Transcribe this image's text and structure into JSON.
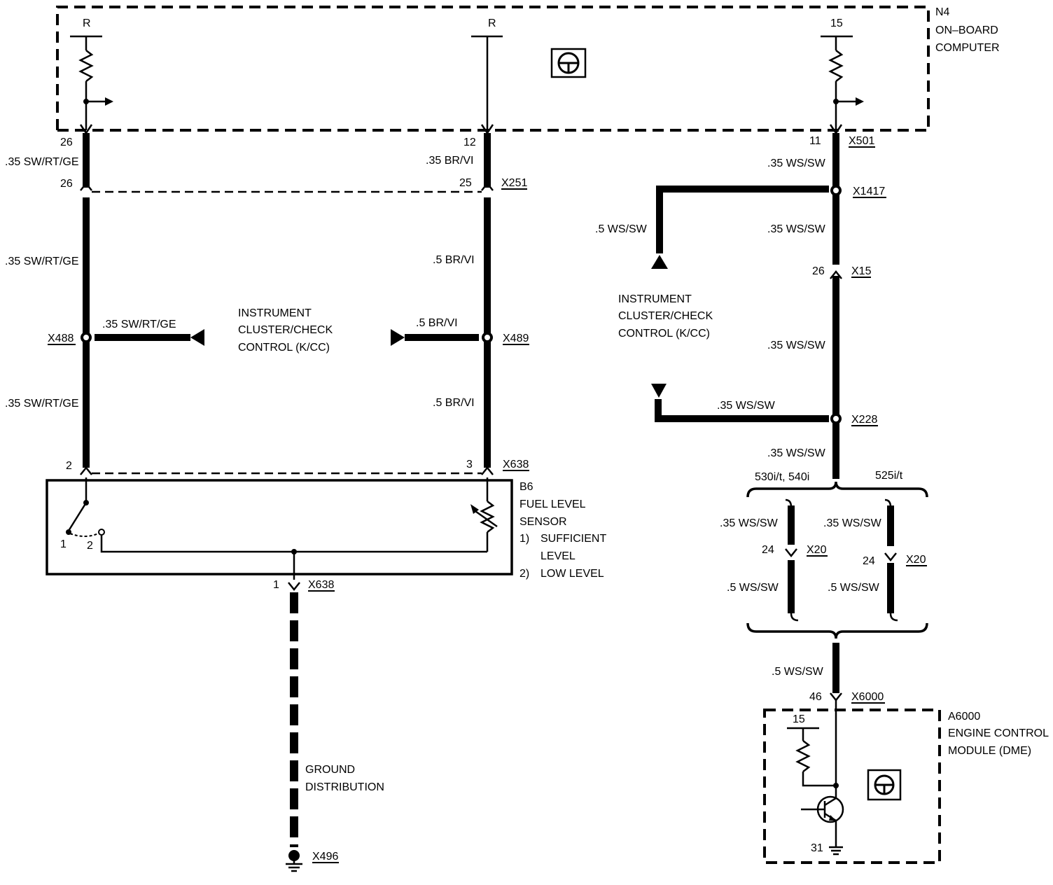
{
  "modules": {
    "n4": {
      "id": "N4",
      "line1": "ON–BOARD",
      "line2": "COMPUTER"
    },
    "b6": {
      "id": "B6",
      "line1": "FUEL LEVEL",
      "line2": "SENSOR",
      "item1_num": "1)",
      "item1_a": "SUFFICIENT",
      "item1_b": "LEVEL",
      "item2_num": "2)",
      "item2": "LOW LEVEL"
    },
    "a6000": {
      "id": "A6000",
      "line1": "ENGINE CONTROL",
      "line2": "MODULE (DME)"
    }
  },
  "supply": {
    "r1": "R",
    "r2": "R",
    "n4_15": "15",
    "a6000_15": "15",
    "ground31": "31"
  },
  "kcc": {
    "line1": "INSTRUMENT",
    "line2": "CLUSTER/CHECK",
    "line3": "CONTROL (K/CC)"
  },
  "ground": {
    "line1": "GROUND",
    "line2": "DISTRIBUTION",
    "connector": "X496"
  },
  "variants": {
    "left": "530i/t, 540i",
    "right": "525i/t"
  },
  "wires": {
    "w26top": "26",
    "w12top": "12",
    "w11top": "11",
    "sw35a": ".35 SW/RT/GE",
    "sw35b": ".35 SW/RT/GE",
    "sw35c": ".35 SW/RT/GE",
    "sw35d": ".35 SW/RT/GE",
    "br35": ".35 BR/VI",
    "br5a": ".5 BR/VI",
    "br5b": ".5 BR/VI",
    "br5c": ".5 BR/VI",
    "ws35a": ".35 WS/SW",
    "ws35b": ".35 WS/SW",
    "ws35c": ".35 WS/SW",
    "ws35d": ".35 WS/SW",
    "ws35e": ".35 WS/SW",
    "ws5a": ".5 WS/SW",
    "ws35f": ".35 WS/SW",
    "ws35g": ".35 WS/SW",
    "ws5b": ".5 WS/SW",
    "ws5c": ".5 WS/SW",
    "ws5d": ".5 WS/SW"
  },
  "pins": {
    "p26b": "26",
    "p25": "25",
    "p2": "2",
    "p3": "3",
    "p1": "1",
    "p26x15": "26",
    "p24a": "24",
    "p24b": "24",
    "p46": "46",
    "sw1": "1",
    "sw2": "2"
  },
  "connectors": {
    "x501": "X501",
    "x251": "X251",
    "x1417": "X1417",
    "x15": "X15",
    "x488": "X488",
    "x489": "X489",
    "x228": "X228",
    "x638a": "X638",
    "x638b": "X638",
    "x20a": "X20",
    "x20b": "X20",
    "x6000": "X6000"
  },
  "icons": [
    "steering-wheel-icon",
    "ground-symbol-icon",
    "resistor-icon",
    "transistor-icon",
    "switch-icon",
    "variable-resistor-icon"
  ]
}
